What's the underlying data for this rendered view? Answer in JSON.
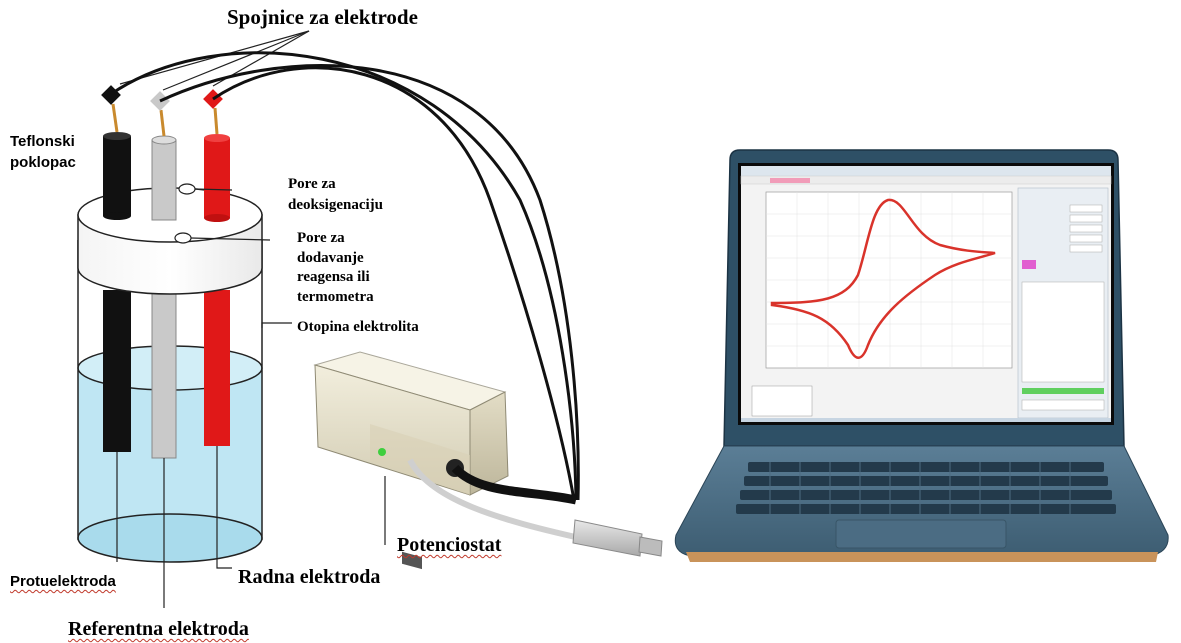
{
  "labels": {
    "connectors": "Spojnice za elektrode",
    "teflon_cover": [
      "Teflonski",
      "poklopac"
    ],
    "pores_deoxygenation": [
      "Pore za",
      "deoksigenaciju"
    ],
    "pores_reagent": [
      "Pore za",
      "dodavanje",
      "reagensa ili",
      "termometra"
    ],
    "electrolyte": "Otopina elektrolita",
    "counter_electrode": "Protuelektroda",
    "working_electrode": "Radna elektroda",
    "reference_electrode": "Referentna elektroda",
    "potentiostat": "Potenciostat"
  },
  "colors": {
    "electrolyte": "#bfe6f3",
    "counter_electrode": "#111111",
    "reference_electrode": "#c8c8c8",
    "working_electrode": "#e01818",
    "voltammogram": "#d9332b",
    "laptop_body": "#4a6d85"
  },
  "icons": {
    "connector_black": "diamond",
    "connector_gray": "diamond",
    "connector_red": "diamond"
  }
}
